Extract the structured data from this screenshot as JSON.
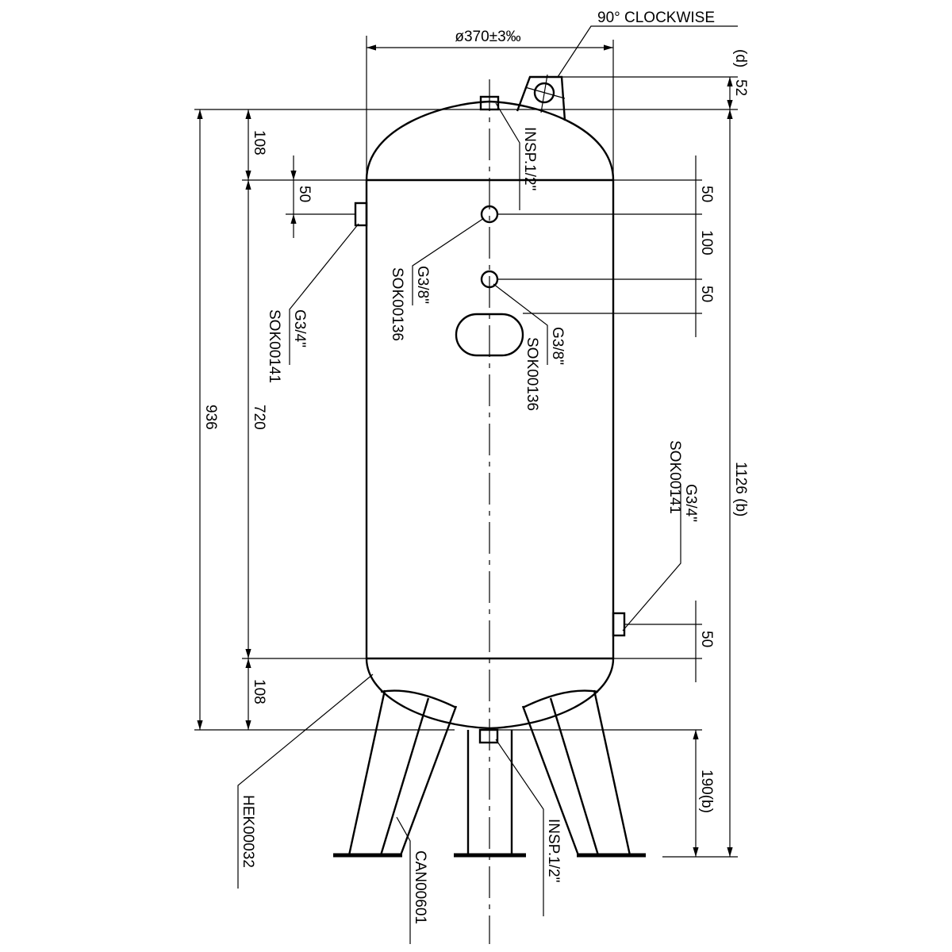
{
  "title_note": "90° CLOCKWISE",
  "dimensions": {
    "diameter": "ø370±3‰",
    "lug_height": "52",
    "lug_ref": "(d)",
    "overall_height": "1126 (b)",
    "body_height": "936",
    "top_head": "108",
    "cylinder": "720",
    "bottom_head": "108",
    "left_nozzle_offset": "50",
    "right_top_offset": "50",
    "right_spacing": "100",
    "right_second_offset": "50",
    "right_lower_offset": "50",
    "leg_height": "190(b)"
  },
  "callouts": {
    "insp_top": "INSP.1/2\"",
    "g38_left_size": "G3/8\"",
    "g38_left_code": "SOK00136",
    "g38_right_size": "G3/8\"",
    "g38_right_code": "SOK00136",
    "g34_left_size": "G3/4\"",
    "g34_left_code": "SOK00141",
    "g34_right_size": "G3/4\"",
    "g34_right_code": "SOK00141",
    "head_code": "HEK00032",
    "leg_code": "CAN00601",
    "insp_bottom": "INSP.1/2\""
  }
}
